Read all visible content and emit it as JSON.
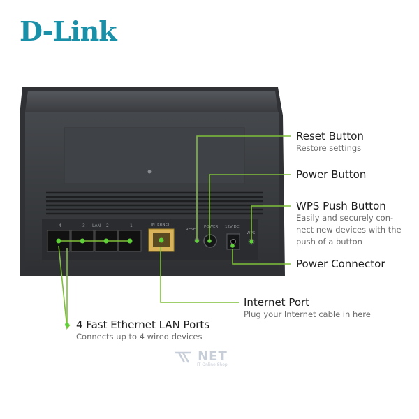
{
  "brand": {
    "logo": "D-Link"
  },
  "device": {
    "port_labels": {
      "lan": "LAN",
      "lan_numbers": [
        "4",
        "3",
        "2",
        "1"
      ],
      "internet": "INTERNET",
      "reset": "RESET",
      "power": "POWER",
      "dc": "12V DC",
      "wps": "WPS"
    }
  },
  "callouts": {
    "reset": {
      "title": "Reset Button",
      "subtitle": "Restore settings"
    },
    "power_button": {
      "title": "Power Button"
    },
    "wps": {
      "title": "WPS Push Button",
      "subtitle_lines": [
        "Easily and securely con-",
        "nect new devices with the",
        "push of a button"
      ]
    },
    "power_connector": {
      "title": "Power Connector"
    },
    "internet": {
      "title": "Internet Port",
      "subtitle": "Plug your Internet cable in here"
    },
    "lan": {
      "title": "4 Fast Ethernet LAN Ports",
      "subtitle": "Connects up to 4 wired devices"
    }
  },
  "watermark": {
    "text": "NET",
    "tagline": "IT Online Shop"
  },
  "colors": {
    "callout_line": "#7fbf3a",
    "port_led": "#5fcf3a",
    "logo": "#1a8fa8",
    "body": "#3b3d40"
  }
}
